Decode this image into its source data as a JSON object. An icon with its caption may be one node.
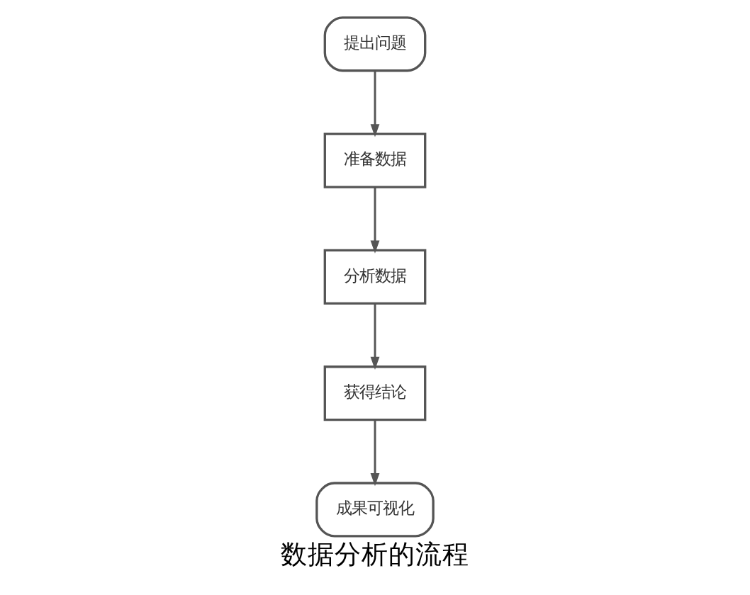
{
  "diagram": {
    "caption": "数据分析的流程",
    "nodes": [
      {
        "text": [
          "提出问题"
        ]
      },
      {
        "text": [
          "准备数据"
        ]
      },
      {
        "text": [
          "分析数据"
        ]
      },
      {
        "text": [
          "获得结论"
        ]
      },
      {
        "text": [
          "成果可视化"
        ]
      }
    ],
    "edges": [
      {
        "from": 0,
        "to": 1,
        "arrow": "to"
      },
      {
        "from": 1,
        "to": 2,
        "arrow": "to"
      },
      {
        "from": 2,
        "to": 3,
        "arrow": "to"
      },
      {
        "from": 3,
        "to": 4,
        "arrow": "to"
      }
    ]
  }
}
